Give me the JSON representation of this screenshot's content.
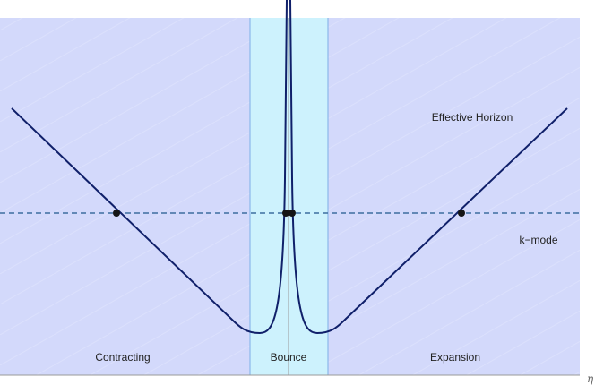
{
  "labels": {
    "contracting": "Contracting",
    "bounce": "Bounce",
    "expansion": "Expansion",
    "effective_horizon": "Effective Horizon",
    "k_mode": "k−mode",
    "x_axis": "η"
  },
  "colors": {
    "background_region": "#d3d9fb",
    "bounce_region": "#cdf2fd",
    "boundary_line": "#8cb8ea",
    "horizon_curve": "#10206a",
    "k_mode_line": "#3d6ea0",
    "axis_line": "#9a9a9a",
    "crossing_point": "#151515"
  }
}
